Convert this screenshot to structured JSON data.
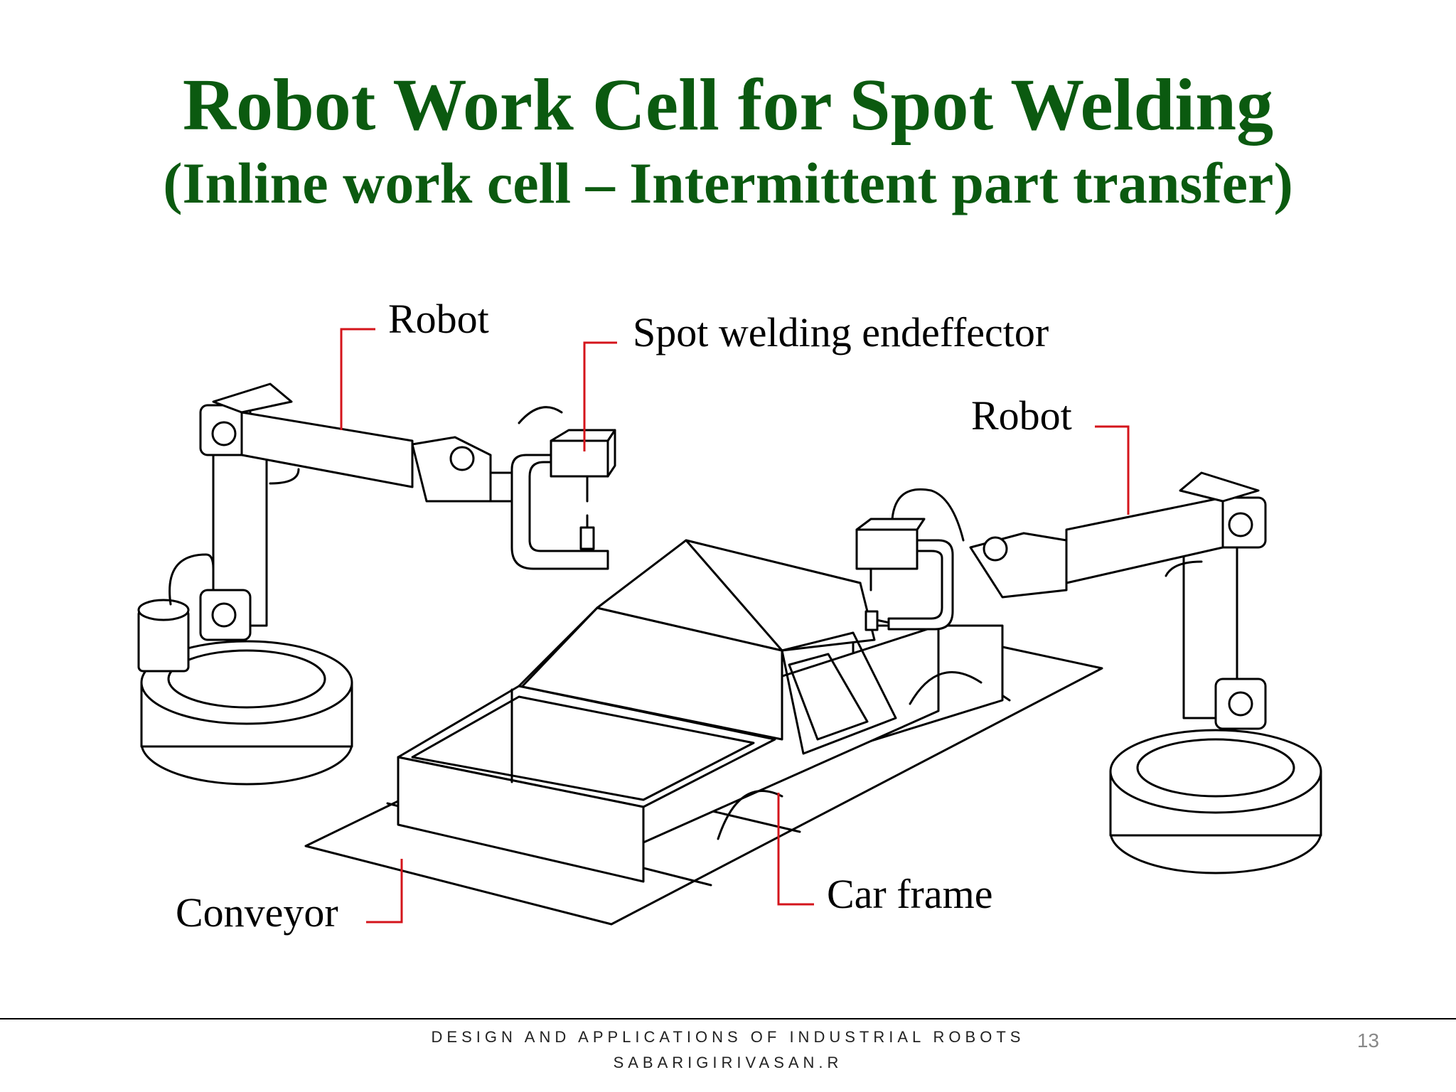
{
  "slide": {
    "title": "Robot Work Cell for Spot Welding",
    "subtitle": "(Inline work cell – Intermittent part transfer)",
    "footer_line1": "DESIGN AND APPLICATIONS OF INDUSTRIAL ROBOTS",
    "footer_line2": "SABARIGIRIVASAN.R",
    "page_number": "13"
  },
  "diagram": {
    "labels": {
      "robot_left": "Robot",
      "spot_welding_endeffector": "Spot welding endeffector",
      "robot_right": "Robot",
      "conveyor": "Conveyor",
      "car_frame": "Car frame"
    },
    "leader_color": "#d4141b"
  },
  "colors": {
    "title": "#0b5a10",
    "line_art": "#000000",
    "leader": "#d4141b"
  }
}
